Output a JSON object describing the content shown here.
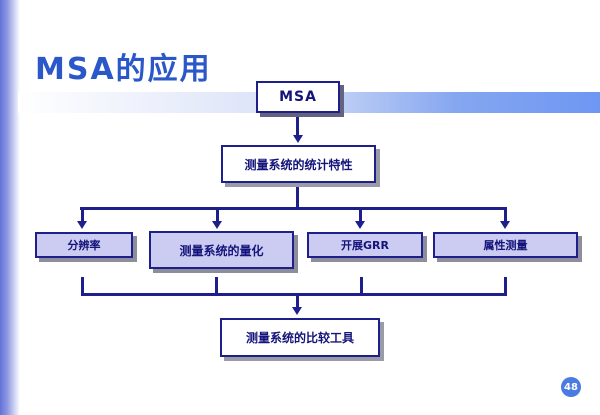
{
  "slide": {
    "title": "MSA的应用",
    "page_number": "48"
  },
  "diagram": {
    "root": "MSA",
    "level2": "测量系统的统计特性",
    "level3": [
      "分辨率",
      "测量系统的量化",
      "开展GRR",
      "属性测量"
    ],
    "level4": "测量系统的比较工具"
  },
  "colors": {
    "navy_line": "#1f1f8c",
    "navy_text": "#14147a",
    "box_fill_lavender": "#ccccf2",
    "title_blue": "#2b58c8",
    "title_bar_gradient_start": "#ffffff",
    "title_bar_gradient_end": "#6e97f3",
    "left_strip_blue": "#6271d6",
    "page_badge_blue": "#4a7be0",
    "shadow_gray": "#9a9aa8"
  }
}
